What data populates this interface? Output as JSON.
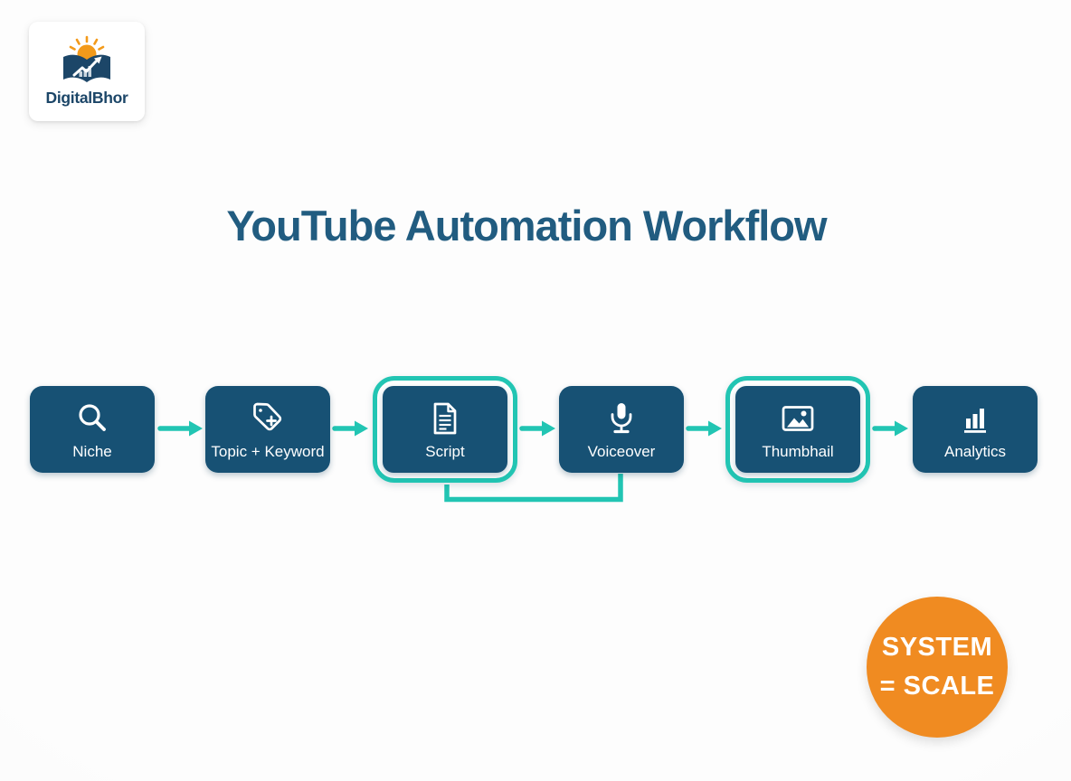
{
  "logo": {
    "brand": "DigitalBhor"
  },
  "title": "YouTube Automation Workflow",
  "workflow": {
    "steps": [
      {
        "label": "Niche",
        "icon": "search-icon",
        "highlighted": false
      },
      {
        "label": "Topic + Keyword",
        "icon": "tag-plus-icon",
        "highlighted": false
      },
      {
        "label": "Script",
        "icon": "script-document-icon",
        "highlighted": true
      },
      {
        "label": "Voiceover",
        "icon": "microphone-icon",
        "highlighted": false
      },
      {
        "label": "Thumbhail",
        "icon": "image-icon",
        "highlighted": true
      },
      {
        "label": "Analytics",
        "icon": "bar-chart-icon",
        "highlighted": false
      }
    ],
    "connector": "script-to-voiceover"
  },
  "badge": {
    "line1": "SYSTEM",
    "line2": "= SCALE"
  },
  "colors": {
    "accent_teal": "#22c5b3",
    "box_navy": "#175174",
    "title_navy": "#215c80",
    "logo_navy": "#1c4668",
    "badge_orange": "#f08b21",
    "sun_orange": "#f39a1a",
    "background": "#fcfcfc"
  }
}
